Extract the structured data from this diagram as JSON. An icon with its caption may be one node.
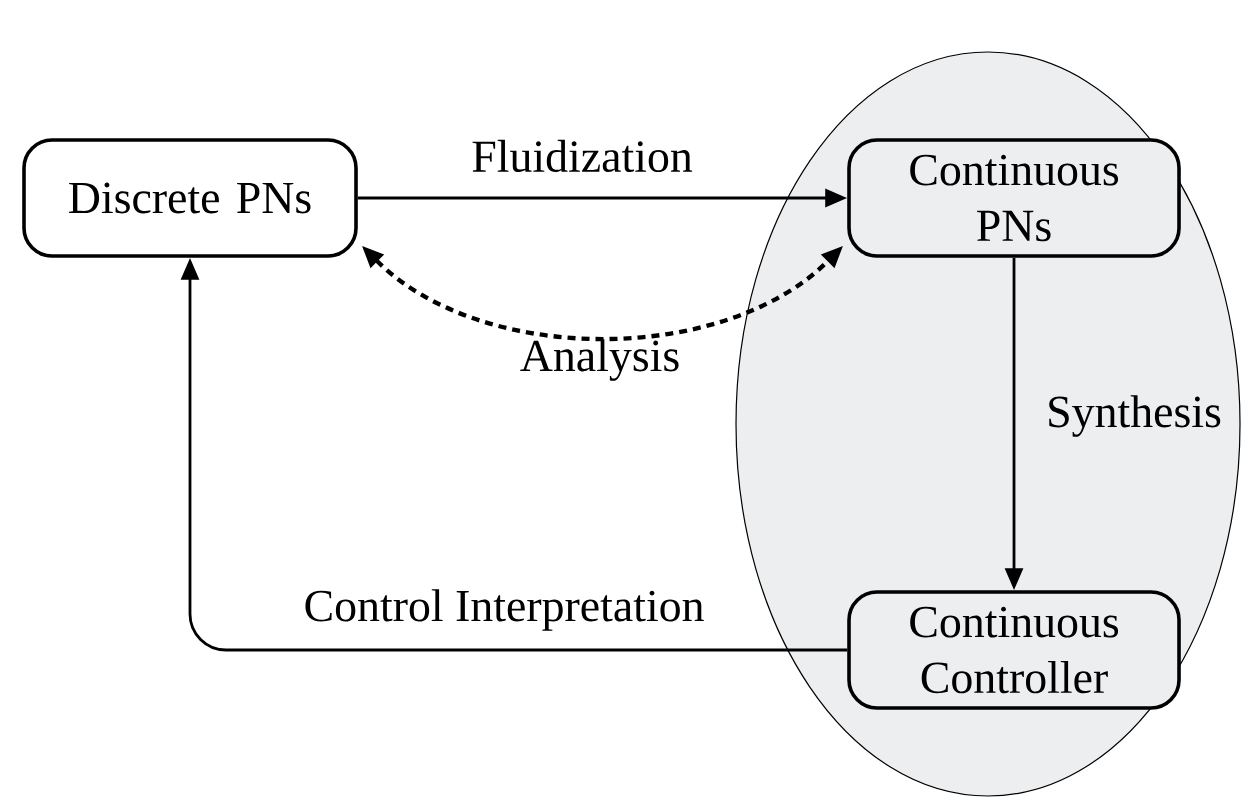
{
  "diagram": {
    "nodes": [
      {
        "text": [],
        "shape": "ellipse"
      },
      {
        "text": [
          "Discrete PNs"
        ]
      },
      {
        "text": [
          "Continuous PNs"
        ],
        "in": 0
      },
      {
        "text": [
          "Continuous Controller"
        ],
        "in": 0
      }
    ],
    "edges": [
      {
        "from": 1,
        "to": 2,
        "arrow": "to",
        "label": "Fluidization"
      },
      {
        "from": 1,
        "to": 2,
        "arrow": "both",
        "style": "dashed",
        "label": "Analysis"
      },
      {
        "from": 2,
        "to": 3,
        "arrow": "to",
        "label": "Synthesis"
      },
      {
        "from": 3,
        "to": 1,
        "arrow": "to",
        "label": "Control Interpretation"
      }
    ]
  }
}
